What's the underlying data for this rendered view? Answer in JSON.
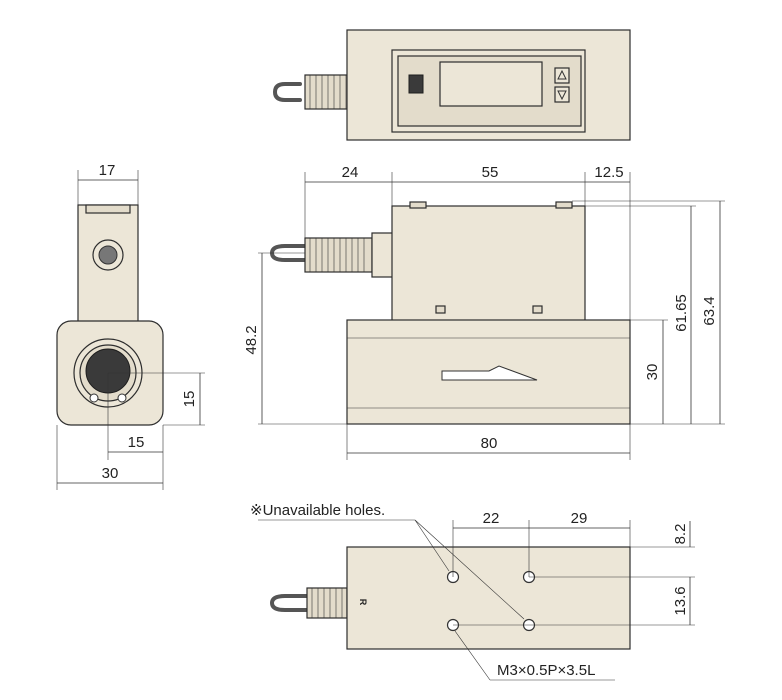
{
  "dimensions": {
    "side_width": "17",
    "side_bottom": "30",
    "side_port_h": "15",
    "side_port_v": "15",
    "top_left": "24",
    "top_mid": "55",
    "top_right": "12.5",
    "height_cable": "48.2",
    "height_body": "30",
    "height_total1": "61.65",
    "height_total2": "63.4",
    "length": "80",
    "hole_span_a": "22",
    "hole_span_b": "29",
    "hole_edge": "8.2",
    "hole_pitch": "13.6"
  },
  "notes": {
    "unavailable": "※Unavailable holes.",
    "thread": "M3×0.5P×3.5L",
    "mark_r": "R"
  },
  "colors": {
    "body": "#ece6d7",
    "outline": "#2d2d2d"
  }
}
